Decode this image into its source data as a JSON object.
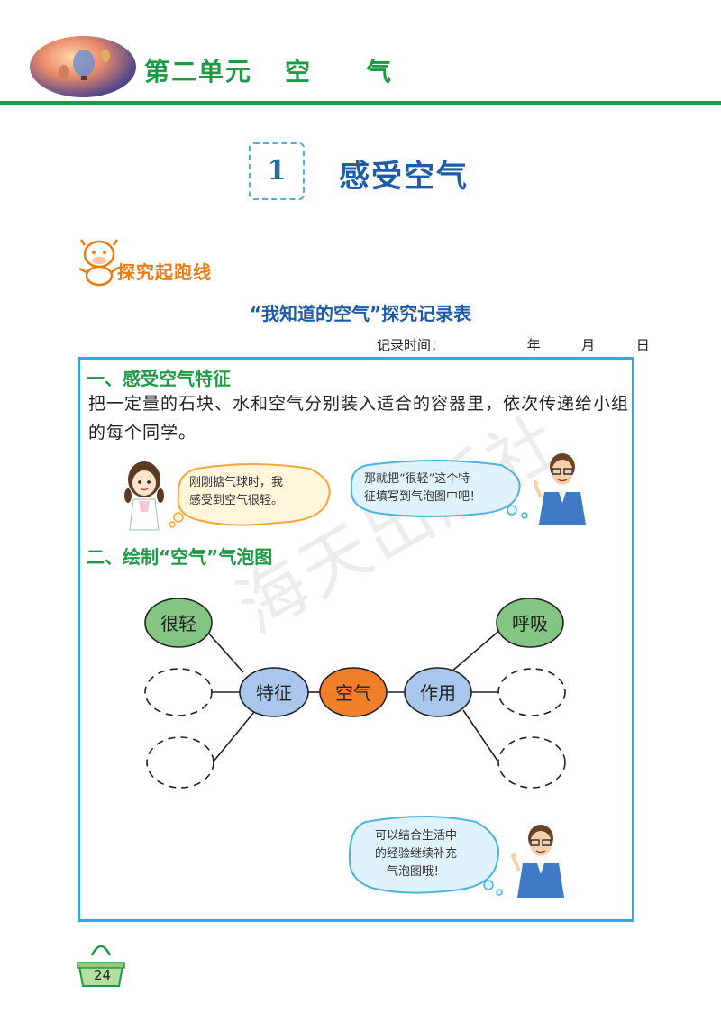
{
  "header": {
    "unit_label": "第二单元",
    "unit_topic_1": "空",
    "unit_topic_2": "气"
  },
  "lesson": {
    "number": "1",
    "title": "感受空气"
  },
  "section_badge": "探究起跑线",
  "record_table": {
    "title": "“我知道的空气”探究记录表",
    "time_label": "记录时间：",
    "year": "年",
    "month": "月",
    "day": "日"
  },
  "section1": {
    "title": "一、感受空气特征",
    "body": "把一定量的石块、水和空气分别装入适合的容器里，依次传递给小组的每个同学。"
  },
  "bubbles": {
    "girl_line1": "刚刚掂气球时，我",
    "girl_line2": "感受到空气很轻。",
    "teacher_line1": "那就把“很轻”这个特",
    "teacher_line2": "征填写到气泡图中吧！",
    "teacher2_line1": "可以结合生活中",
    "teacher2_line2": "的经验继续补充",
    "teacher2_line3": "气泡图哦！"
  },
  "section2": {
    "title": "二、绘制“空气”气泡图"
  },
  "bubble_map": {
    "center": "空气",
    "left_hub": "特征",
    "right_hub": "作用",
    "left_filled": "很轻",
    "right_filled": "呼吸"
  },
  "watermark": "海天出版社",
  "page_number": "24",
  "colors": {
    "green": "#1e9a46",
    "blue_title": "#1f5ca8",
    "frame_blue": "#33a9e0",
    "center_orange": "#f07f2a",
    "hub_blue": "#a9c6ec",
    "leaf_green": "#84c584"
  }
}
